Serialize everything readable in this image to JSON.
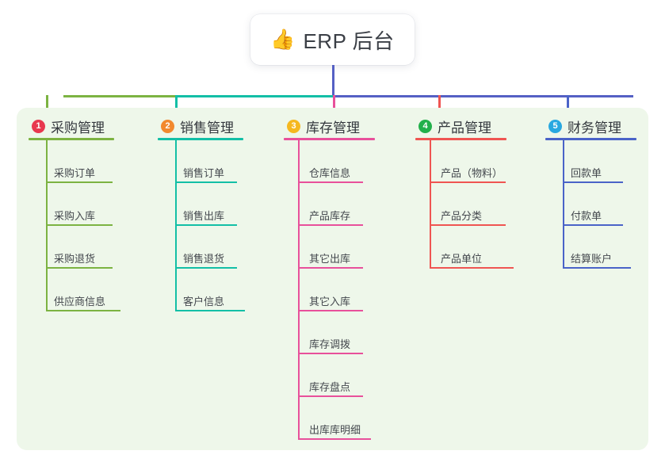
{
  "root": {
    "emoji": "👍",
    "icon_name": "thumbs-up-emoji",
    "title": "ERP 后台"
  },
  "panel": {
    "background": "#eef7ea"
  },
  "connector": {
    "root_stem_color": "#5560c4",
    "bar_segment_colors": [
      "#7cb342",
      "#13bfa6",
      "#5560c4"
    ]
  },
  "columns": [
    {
      "index": "1",
      "title": "采购管理",
      "color": "#7cb342",
      "badge_color": "#e8384f",
      "children": [
        "采购订单",
        "采购入库",
        "采购退货",
        "供应商信息"
      ]
    },
    {
      "index": "2",
      "title": "销售管理",
      "color": "#13bfa6",
      "badge_color": "#f2892e",
      "children": [
        "销售订单",
        "销售出库",
        "销售退货",
        "客户信息"
      ]
    },
    {
      "index": "3",
      "title": "库存管理",
      "color": "#e8509b",
      "badge_color": "#f5b820",
      "children": [
        "仓库信息",
        "产品库存",
        "其它出库",
        "其它入库",
        "库存调拨",
        "库存盘点",
        "出库库明细"
      ]
    },
    {
      "index": "4",
      "title": "产品管理",
      "color": "#ef5552",
      "badge_color": "#22b04b",
      "children": [
        "产品（物料）",
        "产品分类",
        "产品单位"
      ]
    },
    {
      "index": "5",
      "title": "财务管理",
      "color": "#4a63c8",
      "badge_color": "#29a8e0",
      "children": [
        "回款单",
        "付款单",
        "结算账户"
      ]
    }
  ]
}
